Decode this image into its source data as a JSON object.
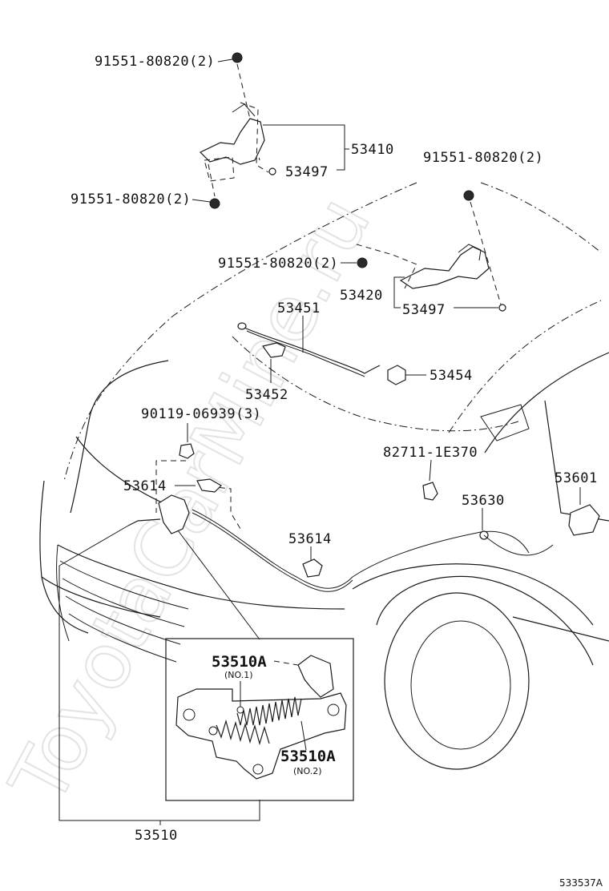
{
  "diagram_id": "533537A",
  "watermark": "ToyotaCarMine.ru",
  "labels": {
    "bolt_top_left": "91551-80820(2)",
    "hinge_left": "53410",
    "bushing_left": "53497",
    "bolt_mid_left": "91551-80820(2)",
    "bolt_top_right": "91551-80820(2)",
    "bolt_hinge_right": "91551-80820(2)",
    "hinge_right": "53420",
    "bushing_right": "53497",
    "support_rod": "53451",
    "rod_holder": "53452",
    "rod_grommet": "53454",
    "lock_screw": "90119-06939(3)",
    "clamp_a": "53614",
    "clamp_b": "53614",
    "clip": "82711-1E370",
    "release_lever": "53601",
    "release_cable": "53630",
    "spring_1": "53510A",
    "spring_1_note": "(NO.1)",
    "spring_2": "53510A",
    "spring_2_note": "(NO.2)",
    "hood_lock_assy": "53510"
  }
}
